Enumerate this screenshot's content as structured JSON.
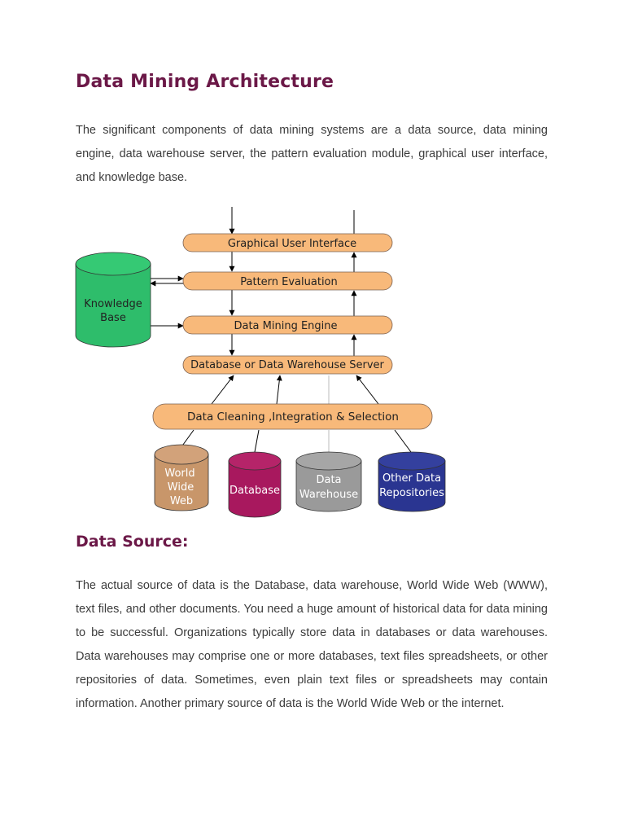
{
  "document": {
    "title": "Data Mining Architecture",
    "intro": "The significant components of data mining systems are a data source, data mining engine, data warehouse server, the pattern evaluation module, graphical user interface, and knowledge base.",
    "section_title": "Data Source:",
    "section_body": "The actual source of data is the Database, data warehouse, World Wide Web (WWW), text files, and other documents. You need a huge amount of historical data for data mining to be successful. Organizations typically store data in databases or data warehouses. Data warehouses may comprise one or more databases, text files spreadsheets, or other repositories of data. Sometimes, even plain text files or spreadsheets may contain information. Another primary source of data is the World Wide Web or the internet."
  },
  "diagram": {
    "layers": {
      "gui": "Graphical User Interface",
      "pattern": "Pattern Evaluation",
      "engine": "Data Mining Engine",
      "server": "Database or Data Warehouse Server",
      "cleaning": "Data Cleaning ,Integration & Selection"
    },
    "knowledge_base": [
      "Knowledge",
      "Base"
    ],
    "sources": {
      "www": [
        "World",
        "Wide",
        "Web"
      ],
      "database": [
        "Database"
      ],
      "warehouse": [
        "Data",
        "Warehouse"
      ],
      "other": [
        "Other Data",
        "Repositories"
      ]
    },
    "colors": {
      "title": "#6b1847",
      "layer_fill": "#f8b97a",
      "knowledge_base": "#2ebd6b",
      "www": "#c8966a",
      "database": "#a8185e",
      "warehouse": "#9a9a9a",
      "other": "#2a3591"
    }
  }
}
